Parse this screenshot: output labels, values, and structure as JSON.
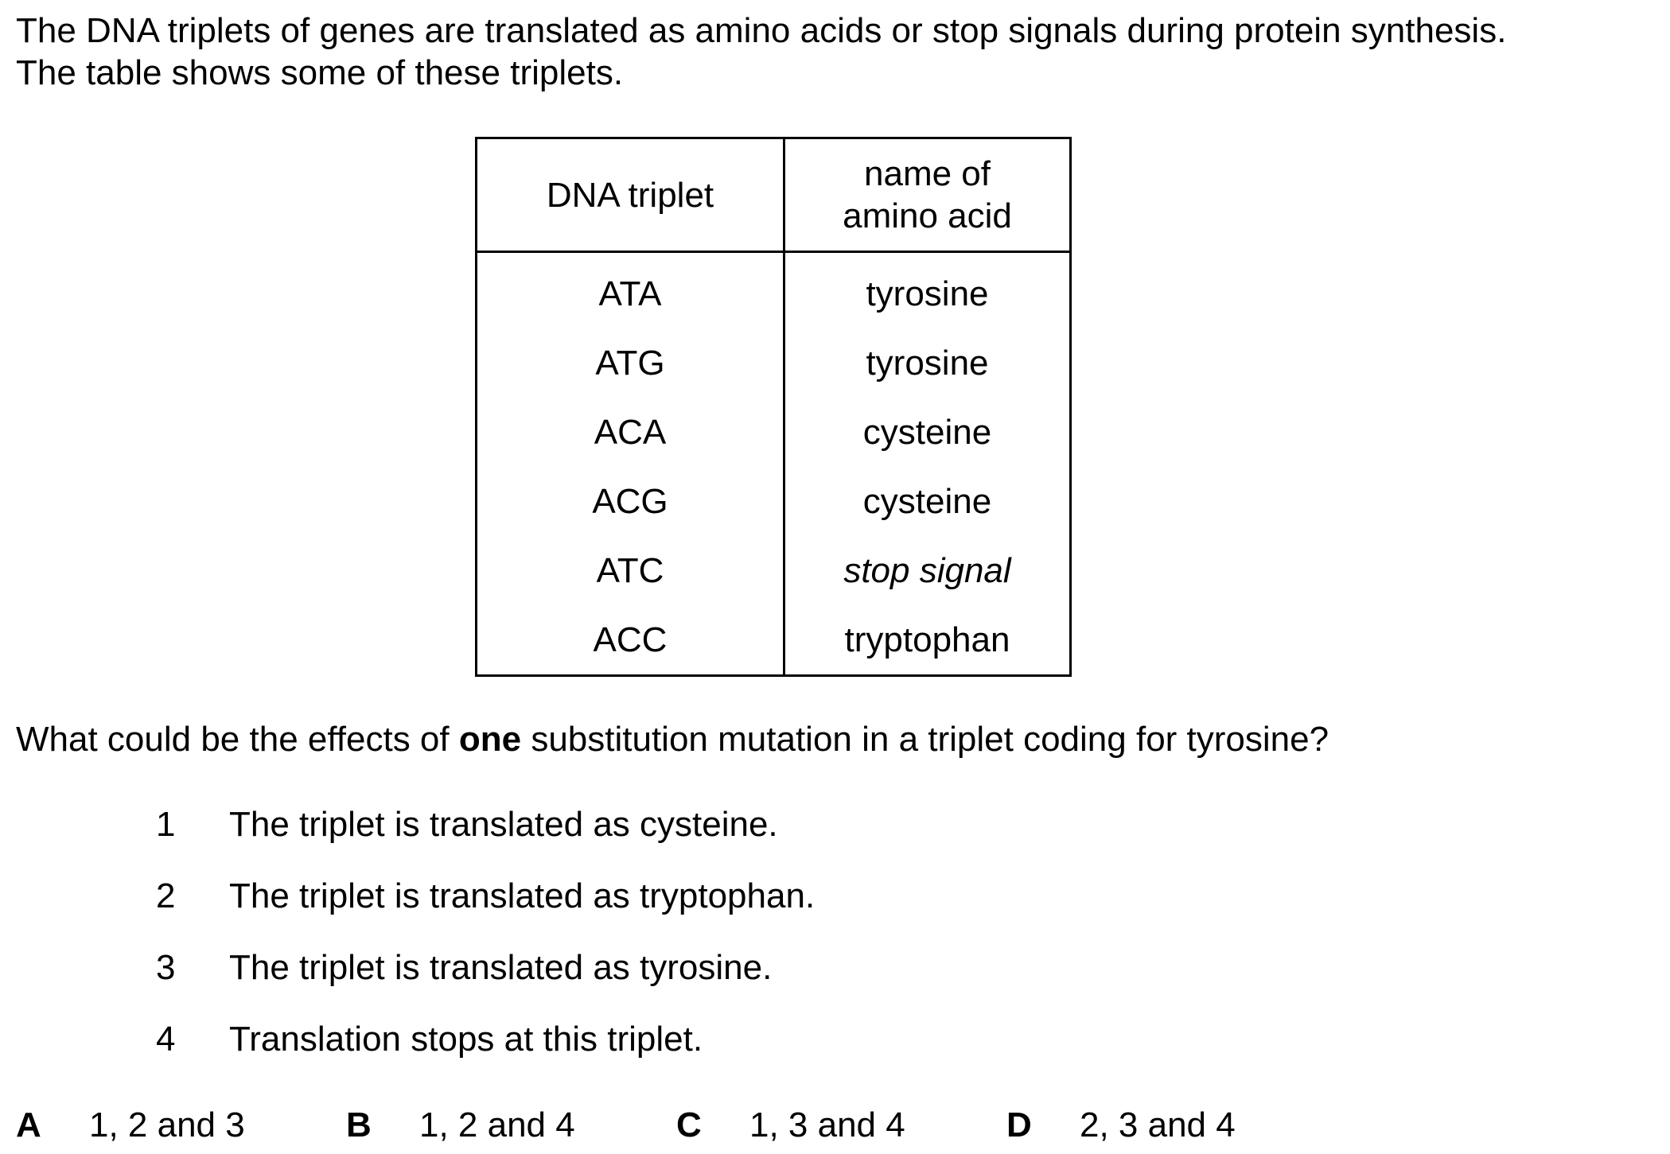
{
  "intro": [
    "The DNA triplets of genes are translated as amino acids or stop signals during protein synthesis.",
    "The table shows some of these triplets."
  ],
  "table": {
    "headers": [
      "DNA triplet",
      "name of",
      "amino acid"
    ],
    "rows": [
      {
        "triplet": "ATA",
        "amino": "tyrosine"
      },
      {
        "triplet": "ATG",
        "amino": "tyrosine"
      },
      {
        "triplet": "ACA",
        "amino": "cysteine"
      },
      {
        "triplet": "ACG",
        "amino": "cysteine"
      },
      {
        "triplet": "ATC",
        "amino": "stop signal"
      },
      {
        "triplet": "ACC",
        "amino": "tryptophan"
      }
    ]
  },
  "question": {
    "before": "What could be the effects of ",
    "bold": "one",
    "after": " substitution mutation in a triplet coding for tyrosine?"
  },
  "statements": [
    {
      "num": "1",
      "text": "The triplet is translated as cysteine."
    },
    {
      "num": "2",
      "text": "The triplet is translated as tryptophan."
    },
    {
      "num": "3",
      "text": "The triplet is translated as tyrosine."
    },
    {
      "num": "4",
      "text": "Translation stops at this triplet."
    }
  ],
  "options": [
    {
      "letter": "A",
      "text": "1, 2 and 3"
    },
    {
      "letter": "B",
      "text": "1, 2 and 4"
    },
    {
      "letter": "C",
      "text": "1, 3 and 4"
    },
    {
      "letter": "D",
      "text": "2, 3 and 4"
    }
  ]
}
